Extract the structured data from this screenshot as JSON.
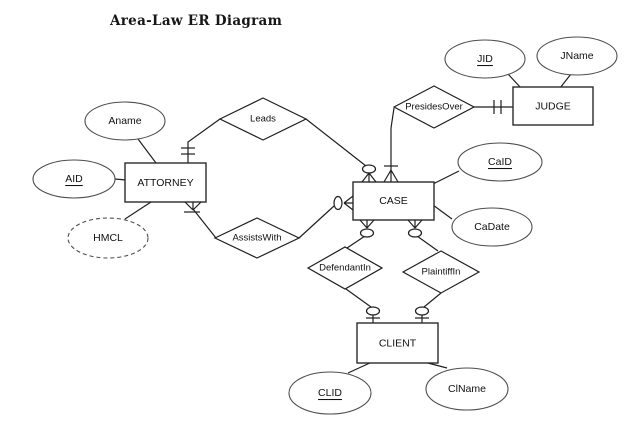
{
  "title": "Area-Law ER Diagram",
  "colors": {
    "line": "#1f1f1f",
    "shape_fill": "#ffffff",
    "background": "#ffffff",
    "text": "#111111"
  },
  "entities": {
    "attorney": {
      "label": "ATTORNEY"
    },
    "case": {
      "label": "CASE"
    },
    "judge": {
      "label": "JUDGE"
    },
    "client": {
      "label": "CLIENT"
    }
  },
  "relationships": {
    "leads": {
      "label": "Leads"
    },
    "assists_with": {
      "label": "AssistsWith"
    },
    "presides_over": {
      "label": "PresidesOver"
    },
    "defendant_in": {
      "label": "DefendantIn"
    },
    "plaintiff_in": {
      "label": "PlaintiffIn"
    }
  },
  "attributes": {
    "aname": {
      "label": "Aname",
      "owner": "ATTORNEY",
      "key": false,
      "derived": false
    },
    "aid": {
      "label": "AID",
      "owner": "ATTORNEY",
      "key": true,
      "derived": false
    },
    "hmcl": {
      "label": "HMCL",
      "owner": "ATTORNEY",
      "key": false,
      "derived": true
    },
    "jid": {
      "label": "JID",
      "owner": "JUDGE",
      "key": true,
      "derived": false
    },
    "jname": {
      "label": "JName",
      "owner": "JUDGE",
      "key": false,
      "derived": false
    },
    "caid": {
      "label": "CaID",
      "owner": "CASE",
      "key": true,
      "derived": false
    },
    "cadate": {
      "label": "CaDate",
      "owner": "CASE",
      "key": false,
      "derived": false
    },
    "clid": {
      "label": "CLID",
      "owner": "CLIENT",
      "key": true,
      "derived": false
    },
    "clname": {
      "label": "ClName",
      "owner": "CLIENT",
      "key": false,
      "derived": false
    }
  },
  "connections": [
    {
      "between": [
        "ATTORNEY",
        "Leads"
      ],
      "cardinality_marker": "one-and-only-one"
    },
    {
      "between": [
        "Leads",
        "CASE"
      ],
      "cardinality_marker": "zero-or-many"
    },
    {
      "between": [
        "ATTORNEY",
        "AssistsWith"
      ],
      "cardinality_marker": "one-or-many"
    },
    {
      "between": [
        "AssistsWith",
        "CASE"
      ],
      "cardinality_marker": "zero-or-many"
    },
    {
      "between": [
        "PresidesOver",
        "CASE"
      ],
      "cardinality_marker": "one-or-many"
    },
    {
      "between": [
        "PresidesOver",
        "JUDGE"
      ],
      "cardinality_marker": "one-and-only-one"
    },
    {
      "between": [
        "CASE",
        "DefendantIn"
      ],
      "cardinality_marker": "zero-or-many"
    },
    {
      "between": [
        "CASE",
        "PlaintiffIn"
      ],
      "cardinality_marker": "zero-or-many"
    },
    {
      "between": [
        "DefendantIn",
        "CLIENT"
      ],
      "cardinality_marker": "zero-or-one"
    },
    {
      "between": [
        "PlaintiffIn",
        "CLIENT"
      ],
      "cardinality_marker": "zero-or-one"
    }
  ]
}
